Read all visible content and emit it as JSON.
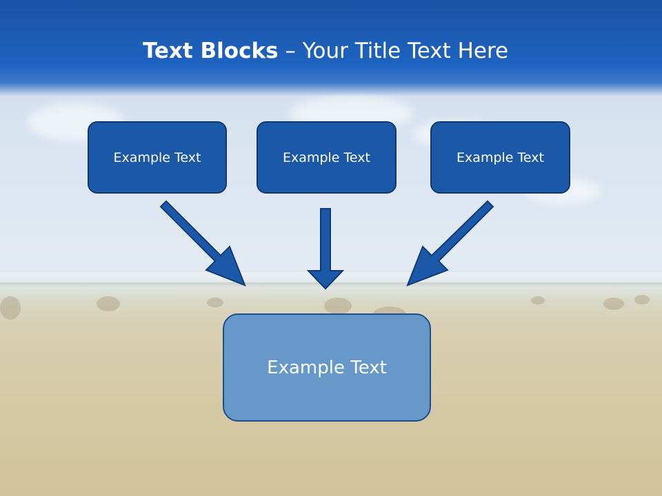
{
  "slide": {
    "title_bold": "Text Blocks",
    "title_dash": " – ",
    "title_rest": "Your Title Text Here"
  },
  "blocks": {
    "top": [
      "Example Text",
      "Example Text",
      "Example Text"
    ],
    "bottom": "Example Text"
  },
  "colors": {
    "header": "#1e63c0",
    "box_fill": "#1c58a8",
    "box_border": "#11386f",
    "big_box_fill": "#6699c9",
    "arrow": "#1c58a8"
  }
}
